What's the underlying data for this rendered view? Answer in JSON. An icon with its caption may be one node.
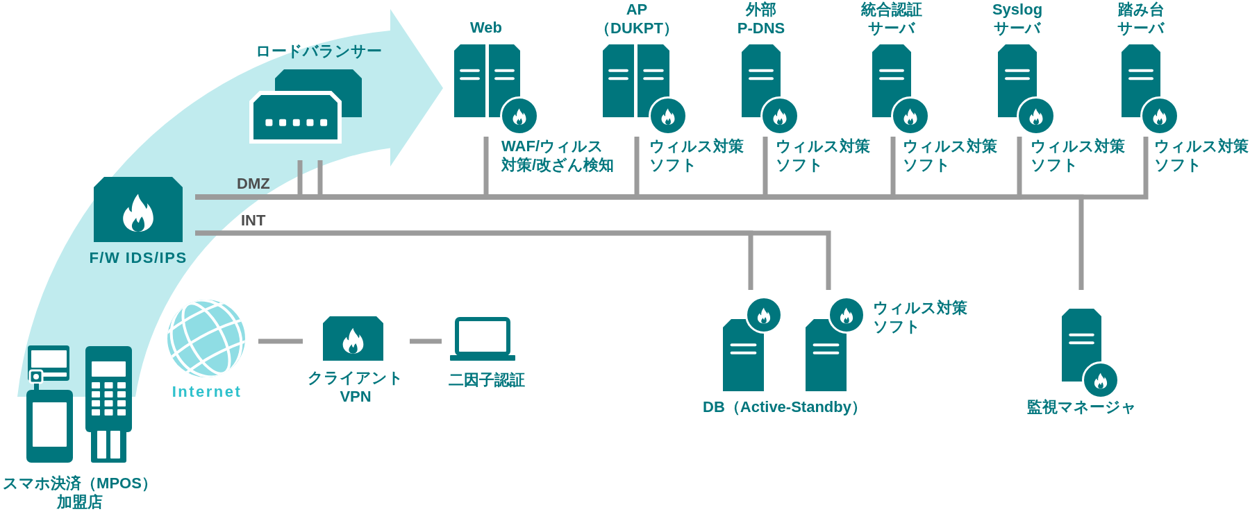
{
  "diagram": {
    "nodes": [
      {
        "text": [
          "ロードバランサー"
        ]
      },
      {
        "text": [
          "Web"
        ],
        "beside": [
          "WAF/ウィルス対策/改ざん検知"
        ]
      },
      {
        "text": [
          "AP（DUKPT）"
        ],
        "beside": [
          "ウィルス対策ソフト"
        ]
      },
      {
        "text": [
          "外部P-DNS"
        ],
        "beside": [
          "ウィルス対策ソフト"
        ]
      },
      {
        "text": [
          "統合認証サーバ"
        ],
        "beside": [
          "ウィルス対策ソフト"
        ]
      },
      {
        "text": [
          "Syslogサーバ"
        ],
        "beside": [
          "ウィルス対策ソフト"
        ]
      },
      {
        "text": [
          "踏み台サーバ"
        ],
        "beside": [
          "ウィルス対策ソフト"
        ]
      },
      {
        "text": [
          "F/W IDS/IPS"
        ]
      },
      {
        "text": [
          "Internet"
        ]
      },
      {
        "text": [
          "クライアントVPN"
        ]
      },
      {
        "text": [
          "二因子認証"
        ]
      },
      {
        "text": [
          "DB（Active-Standby）"
        ],
        "beside": [
          "ウィルス対策ソフト"
        ]
      },
      {
        "text": [],
        "shape": "picture",
        "in": 11
      },
      {
        "text": [],
        "shape": "picture",
        "in": 11
      },
      {
        "text": [
          "監視マネージャ"
        ]
      },
      {
        "text": [
          "スマホ決済（MPOS）加盟店"
        ]
      }
    ],
    "edges": [
      {
        "from": 7,
        "to": 0,
        "arrow": "none"
      },
      {
        "from": 7,
        "to": 0,
        "arrow": "none"
      },
      {
        "from": 7,
        "to": 1,
        "arrow": "none"
      },
      {
        "from": 7,
        "to": 2,
        "arrow": "none"
      },
      {
        "from": 7,
        "to": 3,
        "arrow": "none"
      },
      {
        "from": 7,
        "to": 4,
        "arrow": "none"
      },
      {
        "from": 7,
        "to": 5,
        "arrow": "none"
      },
      {
        "from": 7,
        "to": 6,
        "arrow": "none"
      },
      {
        "from": 7,
        "to": 14,
        "arrow": "none"
      },
      {
        "from": 7,
        "to": 12,
        "arrow": "none"
      },
      {
        "from": 7,
        "to": 13,
        "arrow": "none"
      },
      {
        "from": 8,
        "to": 9,
        "arrow": "none"
      },
      {
        "from": 9,
        "to": 10,
        "arrow": "none"
      }
    ],
    "labels": [
      "DMZ",
      "INT"
    ]
  }
}
